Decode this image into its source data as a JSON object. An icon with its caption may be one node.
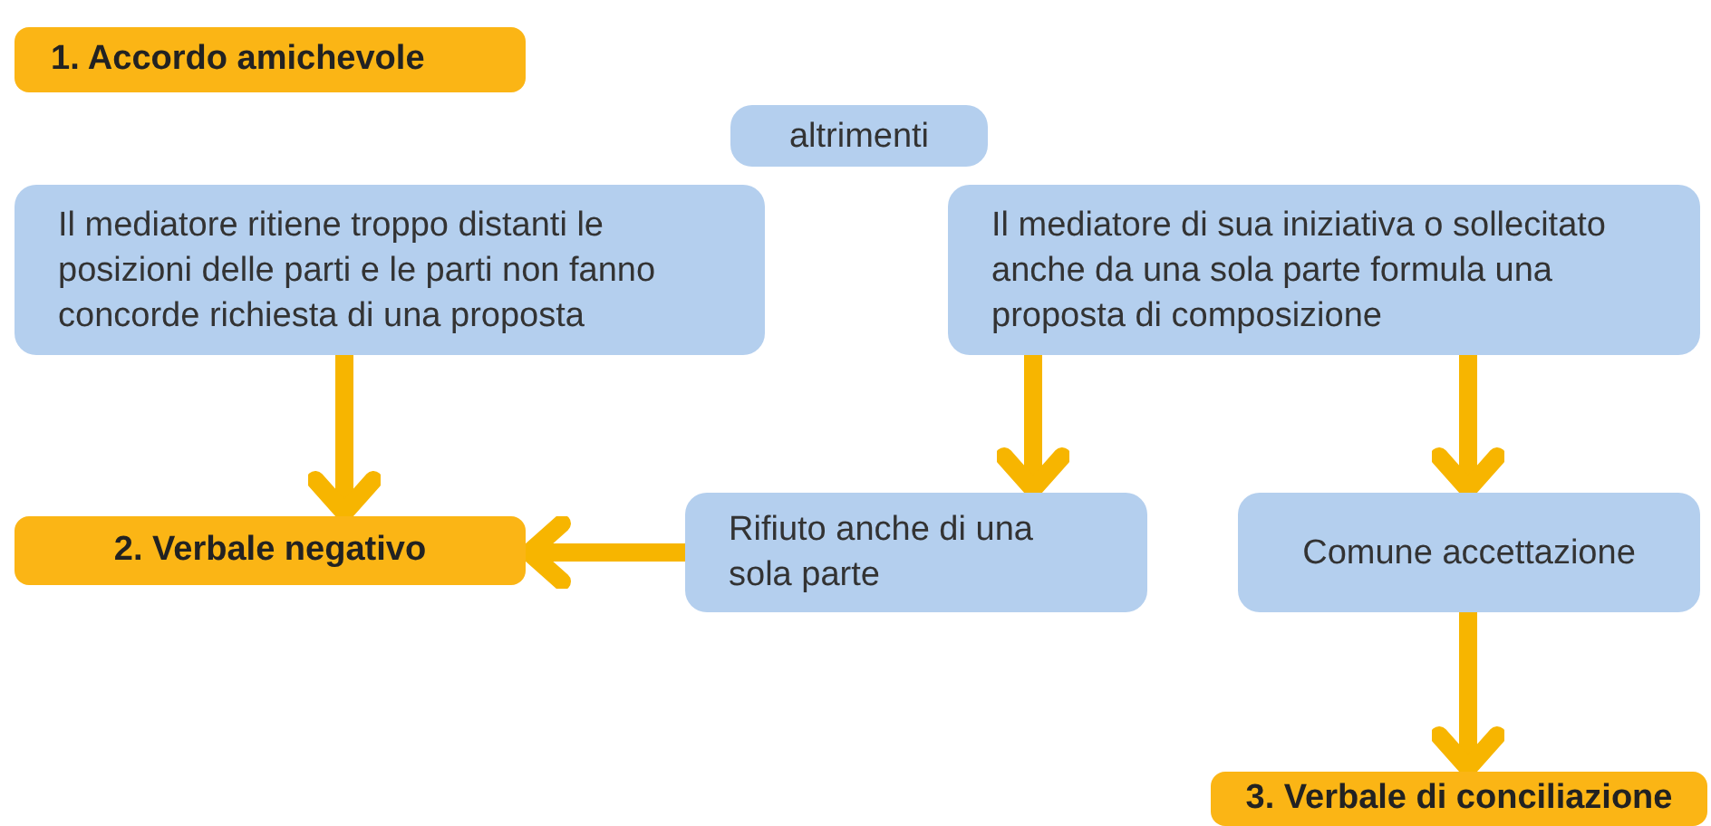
{
  "diagram": {
    "nodes": [
      {
        "text": [
          "1. Accordo amichevole"
        ]
      },
      {
        "text": [
          "altrimenti"
        ]
      },
      {
        "text": [
          "Il mediatore ritiene troppo distanti le posizioni delle parti e le parti non fanno concorde richiesta di una proposta"
        ]
      },
      {
        "text": [
          "Il mediatore di sua iniziativa o sollecitato anche da una sola parte formula una proposta di composizione"
        ]
      },
      {
        "text": [
          "2. Verbale negativo"
        ]
      },
      {
        "text": [
          "Rifiuto anche di una sola parte"
        ]
      },
      {
        "text": [
          "Comune accettazione"
        ]
      },
      {
        "text": [
          "3. Verbale di conciliazione"
        ]
      }
    ],
    "edges": [
      {
        "from": 2,
        "to": 4,
        "arrow": "to"
      },
      {
        "from": 3,
        "to": 5,
        "arrow": "to"
      },
      {
        "from": 3,
        "to": 6,
        "arrow": "to"
      },
      {
        "from": 5,
        "to": 4,
        "arrow": "to"
      },
      {
        "from": 6,
        "to": 7,
        "arrow": "to"
      }
    ]
  }
}
